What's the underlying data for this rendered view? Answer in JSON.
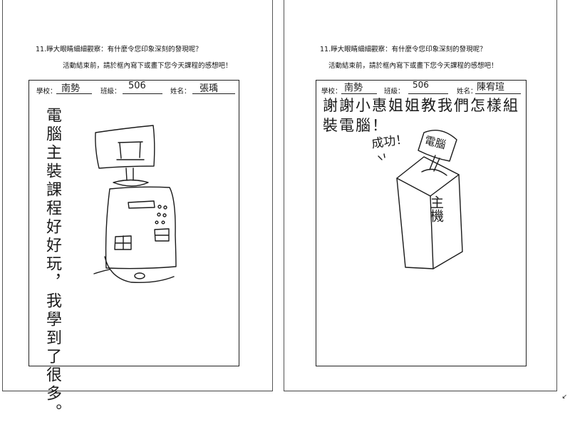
{
  "left_page": {
    "question": "11.睜大眼睛細細觀察：有什麼令您印象深刻的發現呢？",
    "instruction": "活動結束前，請於框內寫下或畫下您今天課程的感想吧！",
    "fields": {
      "school_label": "學校：",
      "school_value": "南勢",
      "class_label": "班級：",
      "class_value": "506",
      "name_label": "姓名：",
      "name_value": "張瑀"
    },
    "handwriting": "電腦主裝課程好好玩，我學到了很多。",
    "drawing_labels": [
      "口",
      "曰",
      "日"
    ]
  },
  "right_page": {
    "question": "11.睜大眼睛細細觀察：有什麼令您印象深刻的發現呢？",
    "instruction": "活動結束前，請於框內寫下或畫下您今天課程的感想吧！",
    "fields": {
      "school_label": "學校：",
      "school_value": "南勢",
      "class_label": "班級：",
      "class_value": "506",
      "name_label": "姓名：",
      "name_value": "陳宥瑄"
    },
    "handwriting_line1": "謝謝小惠姐姐教我們怎樣組",
    "handwriting_line2": "裝電腦！",
    "success_text": "成功！",
    "sign_text": "電腦",
    "box_text": "主機"
  }
}
